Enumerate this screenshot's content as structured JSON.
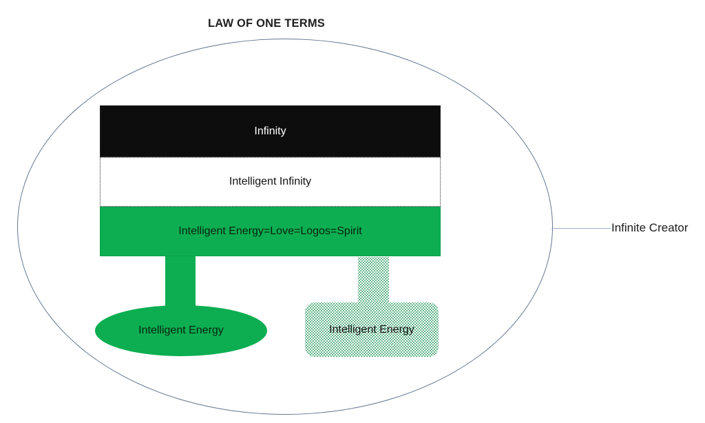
{
  "title": "LAW OF ONE TERMS",
  "outer": {
    "label": "Infinite Creator"
  },
  "layers": [
    {
      "id": "infinity",
      "label": "Infinity",
      "fill": "#0d0d0d",
      "text_color": "#ffffff"
    },
    {
      "id": "intelligent-infinity",
      "label": "Intelligent Infinity",
      "fill": "#ffffff",
      "text_color": "#111111"
    },
    {
      "id": "intelligent-energy-bar",
      "label": "Intelligent Energy=Love=Logos=Spirit",
      "fill": "#0cae51",
      "text_color": "#06230f"
    }
  ],
  "branches": [
    {
      "id": "intelligent-energy-solid",
      "label": "Intelligent Energy",
      "style": "solid-green-ellipse"
    },
    {
      "id": "intelligent-energy-dotted",
      "label": "Intelligent Energy",
      "style": "dotted-green-rounded-rect"
    }
  ],
  "colors": {
    "green": "#0cae51",
    "black_layer": "#0d0d0d",
    "outer_ellipse_stroke": "#64758f",
    "connector_line": "#97aacd",
    "stipple_dot": "#2f9e63"
  }
}
